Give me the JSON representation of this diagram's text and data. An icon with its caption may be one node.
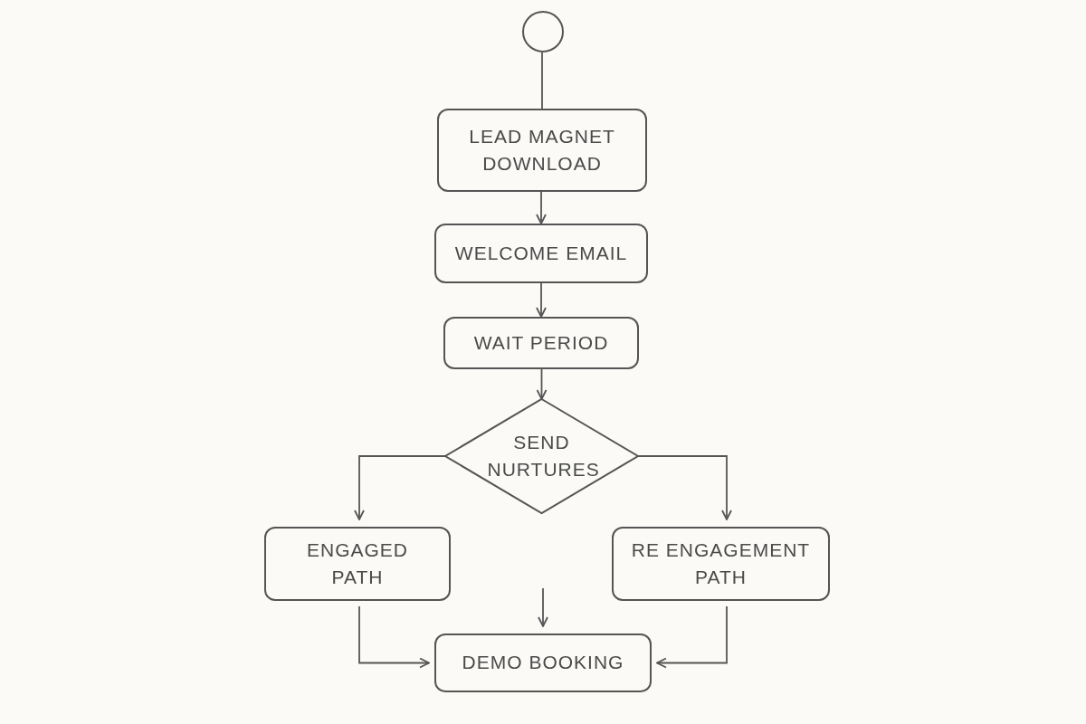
{
  "diagram": {
    "nodes": [
      {
        "text": [],
        "shape": "circle"
      },
      {
        "text": [
          "LEAD MAGNET DOWNLOAD"
        ]
      },
      {
        "text": [
          "WELCOME EMAIL"
        ]
      },
      {
        "text": [
          "WAIT PERIOD"
        ]
      },
      {
        "text": [
          "SEND NURTURES"
        ]
      },
      {
        "text": [
          "ENGAGED PATH"
        ]
      },
      {
        "text": [
          "RE ENGAGEMENT PATH"
        ]
      },
      {
        "text": [
          "DEMO BOOKING"
        ]
      }
    ],
    "edges": [
      {
        "from": 0,
        "to": 1,
        "arrow": "none"
      },
      {
        "from": 1,
        "to": 2,
        "arrow": "to"
      },
      {
        "from": 2,
        "to": 3,
        "arrow": "to"
      },
      {
        "from": 3,
        "to": 4,
        "arrow": "to"
      },
      {
        "from": 4,
        "to": 5,
        "arrow": "to"
      },
      {
        "from": 4,
        "to": 6,
        "arrow": "to"
      },
      {
        "from": 5,
        "to": 7,
        "arrow": "to"
      },
      {
        "from": 6,
        "to": 7,
        "arrow": "to"
      },
      {
        "from": null,
        "to": 7,
        "arrow": "to"
      }
    ]
  }
}
